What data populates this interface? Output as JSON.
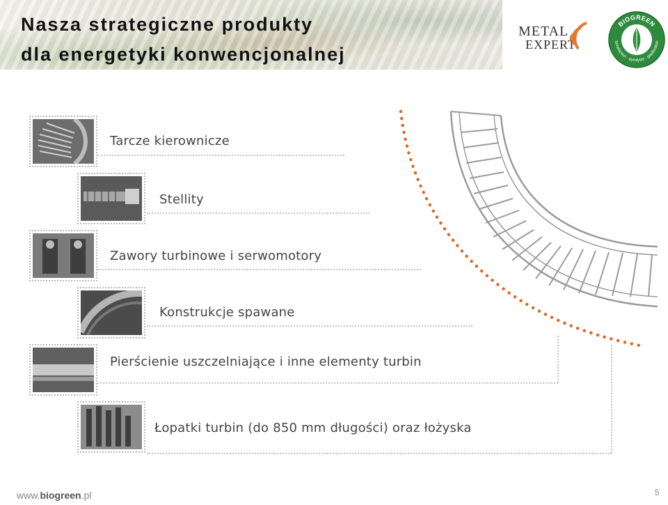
{
  "header": {
    "title_line1": "Nasza strategiczne produkty",
    "title_line2": "dla energetyki konwencjonalnej"
  },
  "logos": {
    "metal_expert_line1": "METAL",
    "metal_expert_line2": "EXPERT",
    "biogreen_name": "BIOGREEN",
    "biogreen_tagline": "torrefaction · pyrolysis · gasification",
    "accent_color": "#e07a2c",
    "biogreen_color": "#2e8b3d"
  },
  "products": [
    {
      "label": "Tarcze kierownicze",
      "icon": "guide-disc-photo"
    },
    {
      "label": "Stellity",
      "icon": "stellite-rod-photo"
    },
    {
      "label": "Zawory turbinowe i serwomotory",
      "icon": "turbine-valve-photo"
    },
    {
      "label": "Konstrukcje spawane",
      "icon": "welded-structure-photo"
    },
    {
      "label": "Pierścienie uszczelniające i inne elementy turbin",
      "icon": "sealing-ring-photo"
    },
    {
      "label": "Łopatki turbin (do 850 mm długości) oraz łożyska",
      "icon": "turbine-blades-photo"
    }
  ],
  "footer": {
    "site_prefix": "www.",
    "site_brand": "biogreen",
    "site_suffix": ".pl",
    "page_number": "5"
  }
}
